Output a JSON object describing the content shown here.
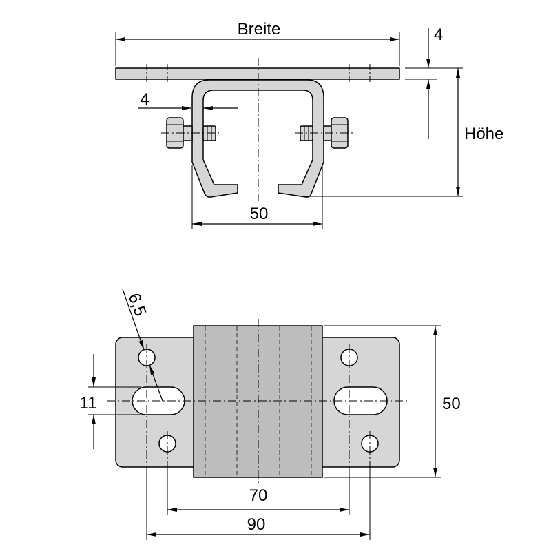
{
  "side_view": {
    "breite": "Breite",
    "plate_dim": "4",
    "wall_dim": "4",
    "hoehe": "Höhe",
    "channel_dim": "50"
  },
  "plan_view": {
    "hole_dim": "6,5",
    "slot_dim": "11",
    "depth_dim": "50",
    "spacing_inner": "70",
    "spacing_outer": "90"
  },
  "colors": {
    "plate": "#d6d6d6",
    "channel": "#bdbdbd",
    "line": "#000000"
  }
}
